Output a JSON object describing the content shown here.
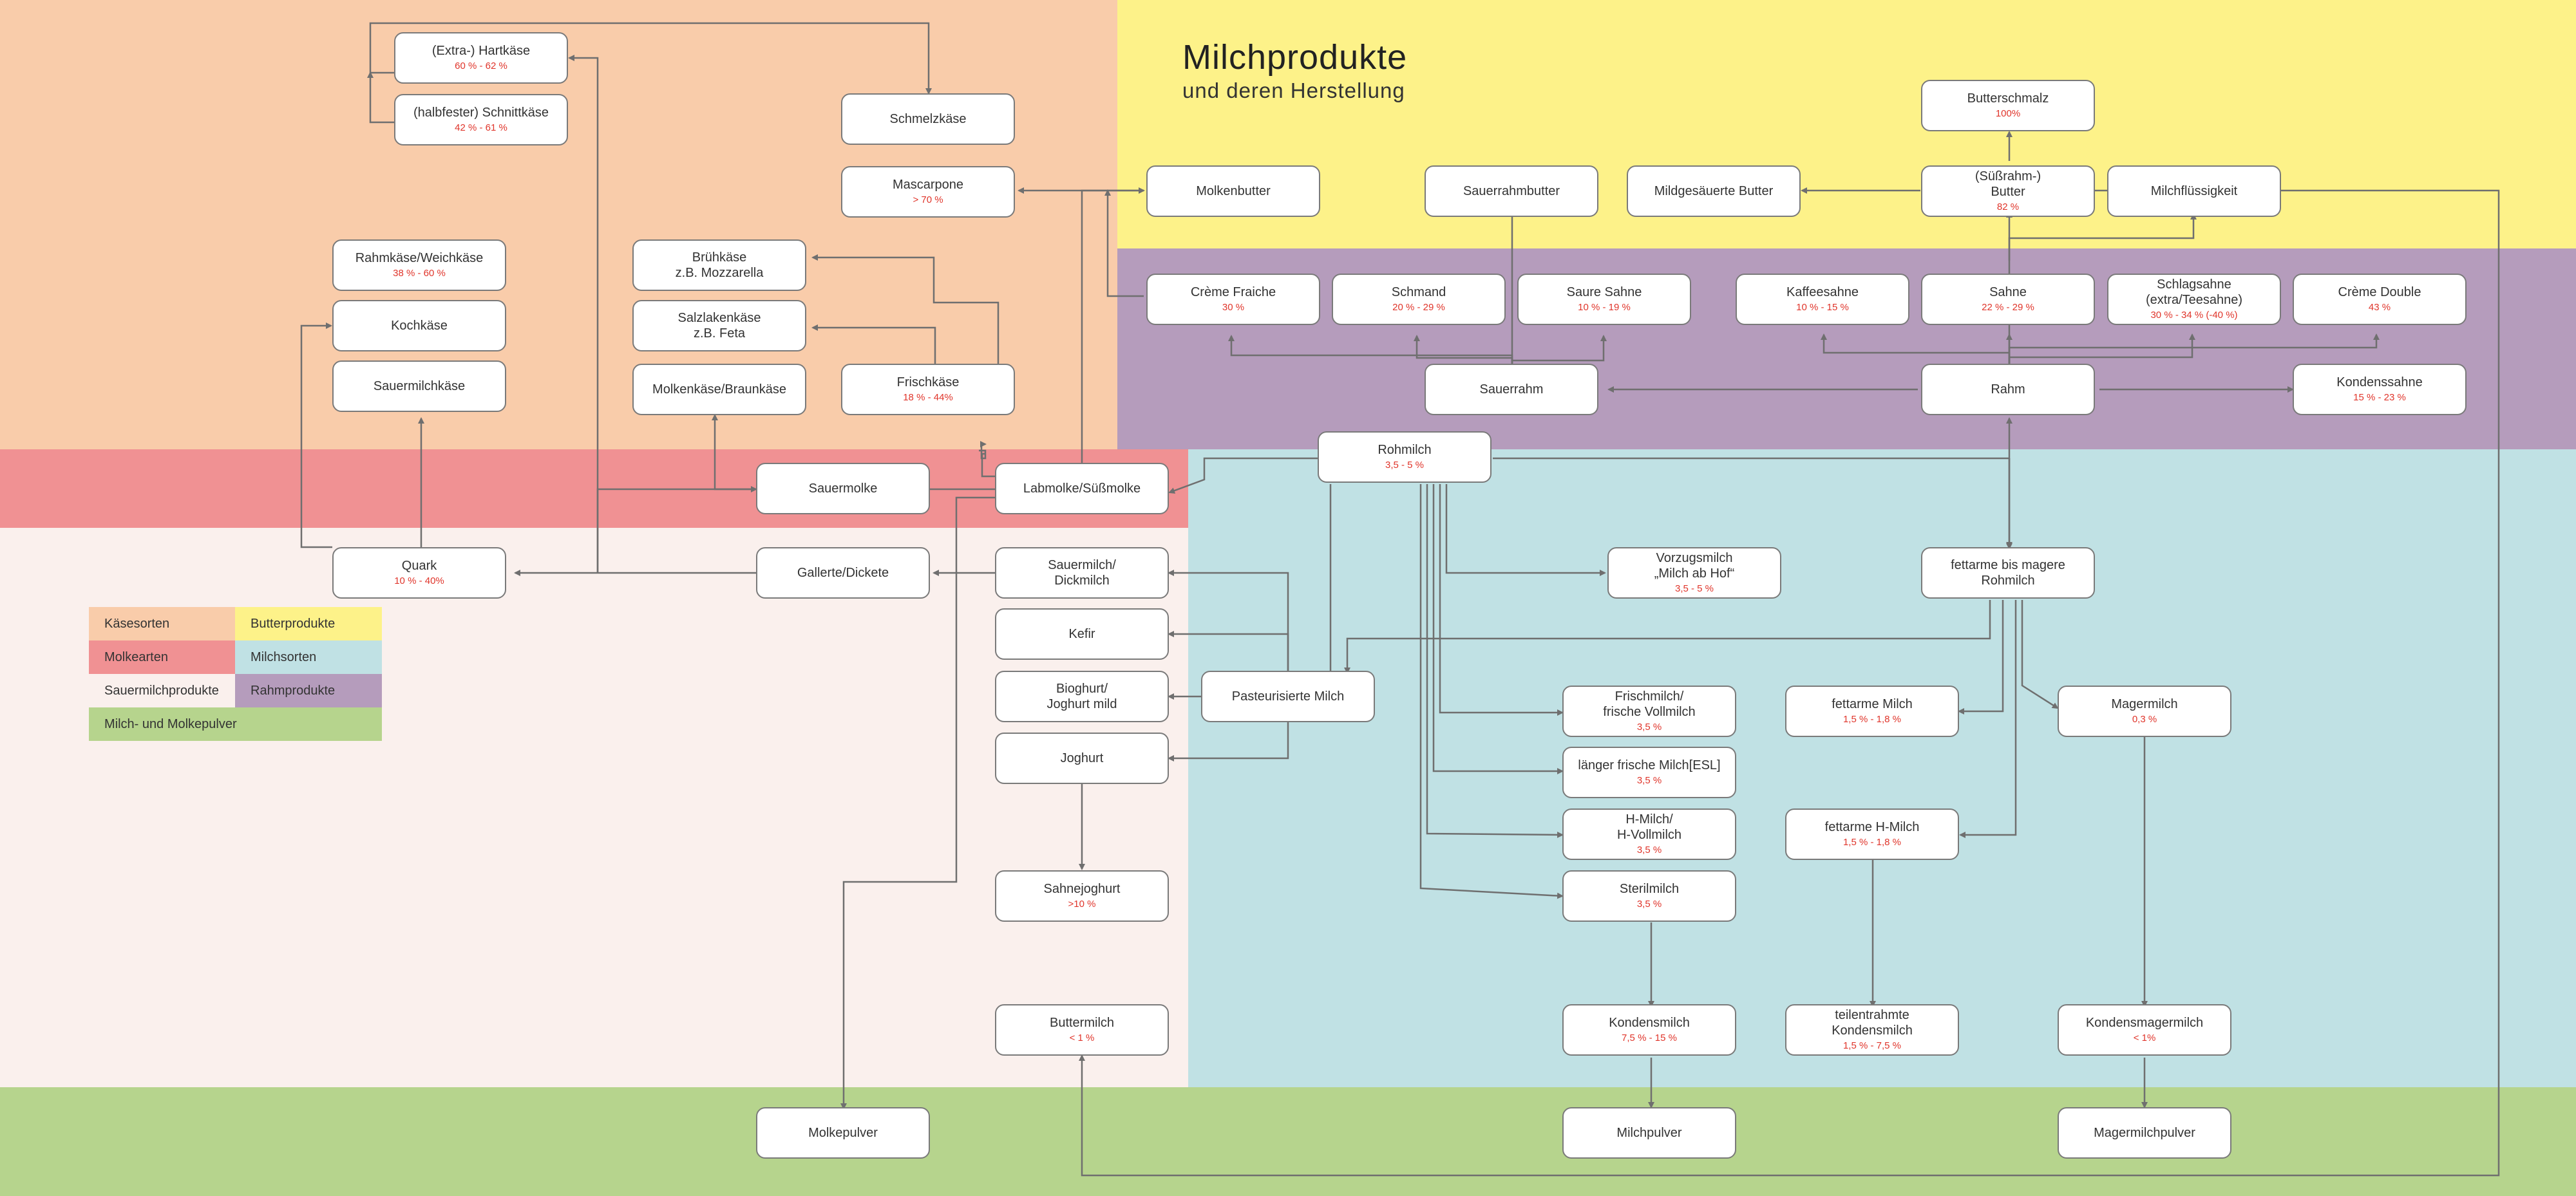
{
  "title": "Milchprodukte",
  "subtitle": "und deren Herstellung",
  "colors": {
    "kaesesorten": "#f9ccaa",
    "butterprodukte": "#fdf289",
    "molkearten": "#f09193",
    "milchsorten": "#c0e1e4",
    "sauermilchprodukte": "#faf0ed",
    "rahmprodukte": "#b59cbc",
    "pulver": "#b6d48d",
    "percent": "#e0352b",
    "line": "#6f6f6f"
  },
  "legend": [
    {
      "label": "Käsesorten",
      "color": "#f9ccaa"
    },
    {
      "label": "Butterprodukte",
      "color": "#fdf289"
    },
    {
      "label": "Molkearten",
      "color": "#f09193"
    },
    {
      "label": "Milchsorten",
      "color": "#c0e1e4"
    },
    {
      "label": "Sauermilchprodukte",
      "color": "#faf0ed"
    },
    {
      "label": "Rahmprodukte",
      "color": "#b59cbc"
    },
    {
      "label": "Milch- und Molkepulver",
      "color": "#b6d48d"
    }
  ],
  "nodes": {
    "hartkaese": {
      "name": "(Extra-) Hartkäse",
      "pct": "60 % - 62 %"
    },
    "schnittkaese": {
      "name": "(halbfester) Schnittkäse",
      "pct": "42 % - 61 %"
    },
    "schmelzkaese": {
      "name": "Schmelzkäse",
      "pct": ""
    },
    "mascarpone": {
      "name": "Mascarpone",
      "pct": "> 70 %"
    },
    "rahmkaese": {
      "name": "Rahmkäse/Weichkäse",
      "pct": "38 % - 60 %"
    },
    "kochkaese": {
      "name": "Kochkäse",
      "pct": ""
    },
    "sauermilchkaese": {
      "name": "Sauermilchkäse",
      "pct": ""
    },
    "bruehkaese": {
      "name": "Brühkäse\nz.B. Mozzarella",
      "pct": ""
    },
    "salzlakenkaese": {
      "name": "Salzlakenkäse\nz.B. Feta",
      "pct": ""
    },
    "molkenkaese": {
      "name": "Molkenkäse/Braunkäse",
      "pct": ""
    },
    "frischkaese": {
      "name": "Frischkäse",
      "pct": "18 % - 44%"
    },
    "molkenbutter": {
      "name": "Molkenbutter",
      "pct": ""
    },
    "sauerrahmbutter": {
      "name": "Sauerrahmbutter",
      "pct": ""
    },
    "mildgesaeuerte": {
      "name": "Mildgesäuerte Butter",
      "pct": ""
    },
    "butterschmalz": {
      "name": "Butterschmalz",
      "pct": "100%"
    },
    "suessrahmbutter": {
      "name": "(Süßrahm-)\nButter",
      "pct": "82 %"
    },
    "milchfluessigkeit": {
      "name": "Milchflüssigkeit",
      "pct": ""
    },
    "cremefraiche": {
      "name": "Crème Fraiche",
      "pct": "30 %"
    },
    "schmand": {
      "name": "Schmand",
      "pct": "20 % - 29 %"
    },
    "sauresahne": {
      "name": "Saure Sahne",
      "pct": "10 % - 19 %"
    },
    "kaffeesahne": {
      "name": "Kaffeesahne",
      "pct": "10 % - 15 %"
    },
    "sahne": {
      "name": "Sahne",
      "pct": "22 % - 29 %"
    },
    "schlagsahne": {
      "name": "Schlagsahne\n(extra/Teesahne)",
      "pct": "30 % - 34 % (-40 %)"
    },
    "cremedouble": {
      "name": "Crème Double",
      "pct": "43 %"
    },
    "sauerrahm": {
      "name": "Sauerrahm",
      "pct": ""
    },
    "rahm": {
      "name": "Rahm",
      "pct": ""
    },
    "kondenssahne": {
      "name": "Kondenssahne",
      "pct": "15 % - 23 %"
    },
    "rohmilch": {
      "name": "Rohmilch",
      "pct": "3,5 - 5 %"
    },
    "sauermolke": {
      "name": "Sauermolke",
      "pct": ""
    },
    "labmolke": {
      "name": "Labmolke/Süßmolke",
      "pct": ""
    },
    "quark": {
      "name": "Quark",
      "pct": "10 % - 40%"
    },
    "gallerte": {
      "name": "Gallerte/Dickete",
      "pct": ""
    },
    "sauermilch": {
      "name": "Sauermilch/\nDickmilch",
      "pct": ""
    },
    "kefir": {
      "name": "Kefir",
      "pct": ""
    },
    "bioghurt": {
      "name": "Bioghurt/\nJoghurt mild",
      "pct": ""
    },
    "joghurt": {
      "name": "Joghurt",
      "pct": ""
    },
    "sahnejoghurt": {
      "name": "Sahnejoghurt",
      "pct": ">10 %"
    },
    "buttermilch": {
      "name": "Buttermilch",
      "pct": "< 1 %"
    },
    "pasteurisiert": {
      "name": "Pasteurisierte Milch",
      "pct": ""
    },
    "vorzugsmilch": {
      "name": "Vorzugsmilch\n„Milch ab Hof“",
      "pct": "3,5 - 5 %"
    },
    "fettarmebis": {
      "name": "fettarme bis magere\nRohmilch",
      "pct": ""
    },
    "frischmilch": {
      "name": "Frischmilch/\nfrische Vollmilch",
      "pct": "3,5 %"
    },
    "esl": {
      "name": "länger frische Milch[ESL]",
      "pct": "3,5 %"
    },
    "hmilch": {
      "name": "H-Milch/\nH-Vollmilch",
      "pct": "3,5 %"
    },
    "sterilmilch": {
      "name": "Sterilmilch",
      "pct": "3,5 %"
    },
    "fettarmemilch": {
      "name": "fettarme Milch",
      "pct": "1,5 % - 1,8 %"
    },
    "magermilch": {
      "name": "Magermilch",
      "pct": "0,3 %"
    },
    "fettarmehmilch": {
      "name": "fettarme H-Milch",
      "pct": "1,5 % - 1,8 %"
    },
    "kondensmilch": {
      "name": "Kondensmilch",
      "pct": "7,5 % - 15 %"
    },
    "teilentrahmte": {
      "name": "teilentrahmte\nKondensmilch",
      "pct": "1,5 % - 7,5 %"
    },
    "kondensmagermilch": {
      "name": "Kondensmagermilch",
      "pct": "< 1%"
    },
    "molkepulver": {
      "name": "Molkepulver",
      "pct": ""
    },
    "milchpulver": {
      "name": "Milchpulver",
      "pct": ""
    },
    "magermilchpulver": {
      "name": "Magermilchpulver",
      "pct": ""
    }
  }
}
